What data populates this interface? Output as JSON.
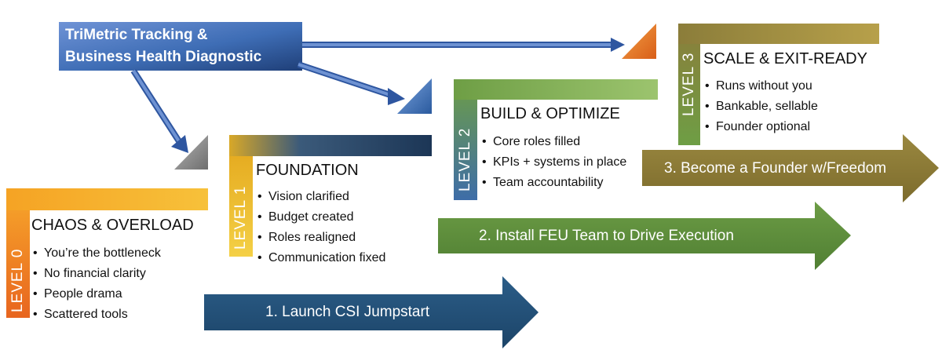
{
  "source": {
    "title_line1": "TriMetric Tracking &",
    "title_line2": "Business Health Diagnostic"
  },
  "levels": [
    {
      "badge": "LEVEL 0",
      "title": "CHAOS & OVERLOAD",
      "color": "#EF7D22",
      "bullets": [
        "You’re the bottleneck",
        "No financial clarity",
        "People drama",
        "Scattered tools"
      ]
    },
    {
      "badge": "LEVEL 1",
      "title": "FOUNDATION",
      "color": "#F2B91A",
      "bullets": [
        "Vision clarified",
        "Budget created",
        "Roles realigned",
        "Communication fixed"
      ]
    },
    {
      "badge": "LEVEL 2",
      "title": "BUILD & OPTIMIZE",
      "color": "#6E9E45",
      "bullets": [
        "Core roles filled",
        "KPIs + systems in place",
        "Team accountability"
      ]
    },
    {
      "badge": "LEVEL 3",
      "title": "SCALE & EXIT-READY",
      "color": "#8B7D3A",
      "bullets": [
        "Runs without you",
        "Bankable, sellable",
        "Founder optional"
      ]
    }
  ],
  "steps": [
    {
      "label": "1. Launch CSI Jumpstart",
      "color": "#24527A"
    },
    {
      "label": "2. Install FEU Team to Drive Execution",
      "color": "#5F8F3E"
    },
    {
      "label": "3. Become a Founder w/Freedom",
      "color": "#8E7A35"
    }
  ],
  "colors": {
    "source_box": "#3E6DB5",
    "connector_arrow": "#4A72B8",
    "connector_marker_gray": "#8C8C8C",
    "connector_marker_blue": "#3C6DB0",
    "connector_marker_orange": "#E8711F",
    "level1_bar": "#1F3A5C"
  }
}
